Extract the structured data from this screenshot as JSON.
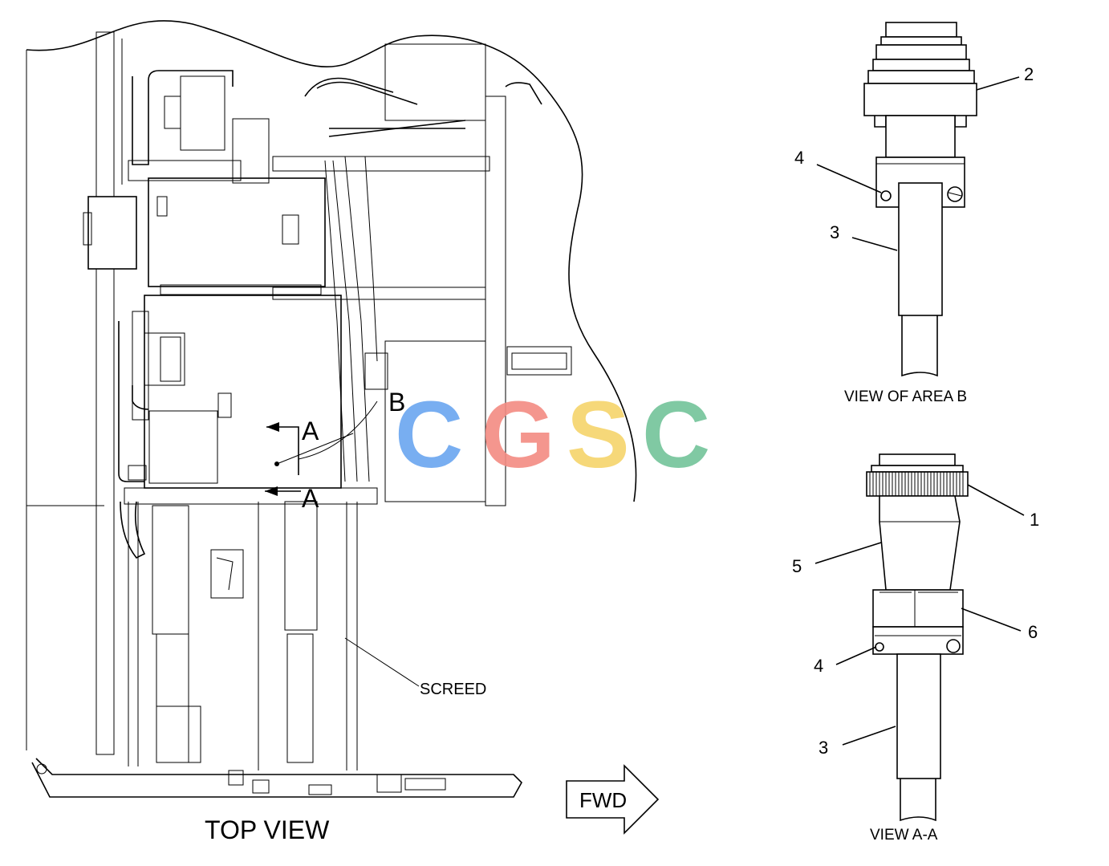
{
  "views": {
    "top_view_label": "TOP VIEW",
    "area_b_label": "VIEW OF AREA  B",
    "section_aa_label": "VIEW  A-A"
  },
  "callouts": {
    "screed": "SCREED",
    "section_a_top": "A",
    "section_a_bottom": "A",
    "area_b": "B",
    "fwd": "FWD"
  },
  "part_numbers": {
    "b_2": "2",
    "b_4": "4",
    "b_3": "3",
    "aa_1": "1",
    "aa_5": "5",
    "aa_6": "6",
    "aa_4": "4",
    "aa_3": "3"
  },
  "watermark": {
    "letters": [
      "C",
      "G",
      "S",
      "C"
    ],
    "colors": [
      "#6aa6f0",
      "#f38b82",
      "#f6d46b",
      "#73c49a"
    ]
  }
}
